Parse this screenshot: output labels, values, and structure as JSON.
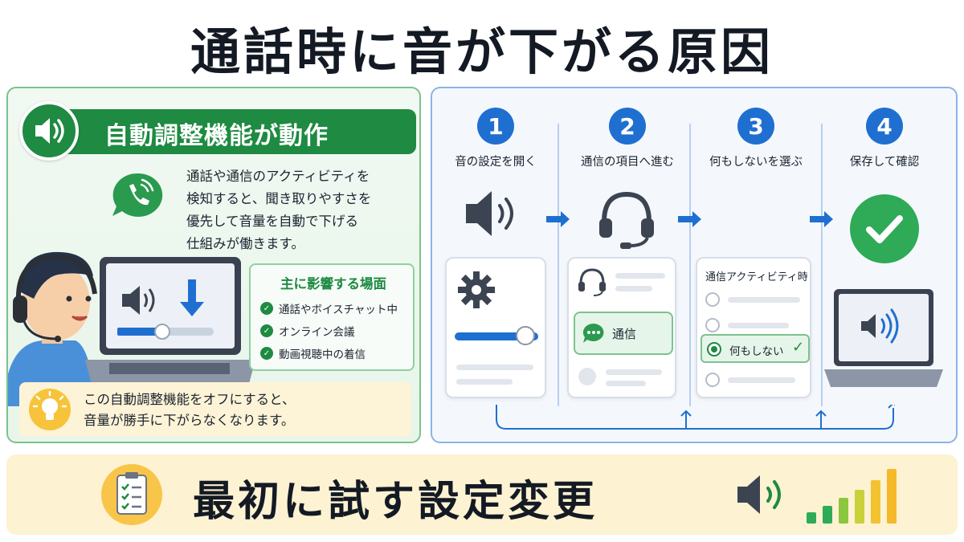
{
  "title": "通話時に音が下がる原因",
  "left": {
    "banner": "自動調整機能が動作",
    "description": [
      "通話や通信のアクティビティを",
      "検知すると、聞き取りやすさを",
      "優先して音量を自動で下げる",
      "仕組みが働きます。"
    ],
    "affect_title": "主に影響する場面",
    "affect_items": [
      "通話やボイスチャット中",
      "オンライン会議",
      "動画視聴中の着信"
    ],
    "tip": [
      "この自動調整機能をオフにすると、",
      "音量が勝手に下がらなくなります。"
    ]
  },
  "steps": [
    {
      "number": "1",
      "label": "音の設定を開く"
    },
    {
      "number": "2",
      "label": "通信の項目へ進む"
    },
    {
      "number": "3",
      "label": "何もしないを選ぶ"
    },
    {
      "number": "4",
      "label": "保存して確認"
    }
  ],
  "step2_card": {
    "option": "通信"
  },
  "step3_card": {
    "title": "通信アクティビティ時",
    "selected": "何もしない"
  },
  "bottom": {
    "text": "最初に試す設定変更"
  },
  "colors": {
    "green": "#1e8a42",
    "blue": "#1f6fd1",
    "yellow": "#f6c33a"
  }
}
